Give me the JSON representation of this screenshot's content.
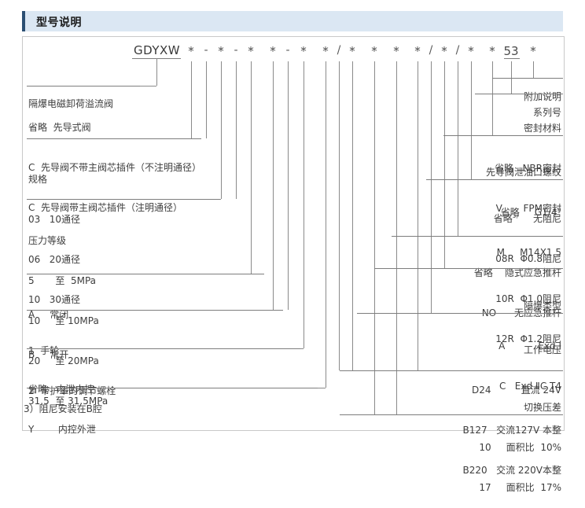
{
  "header": {
    "title": "型号说明"
  },
  "model": {
    "prefix": "GDYXW",
    "tokens": [
      "*",
      "-",
      "*",
      "-",
      "*",
      "*",
      "-",
      "*",
      "*",
      "/",
      "*",
      "*",
      "*",
      "*",
      "/",
      "*",
      "/",
      "*",
      "*",
      "53",
      "*"
    ]
  },
  "left_blocks": [
    {
      "name": "product-name",
      "lines": [
        "隔爆电磁卸荷溢流阀"
      ]
    },
    {
      "name": "pilot-type",
      "lines": [
        "省略  先导式阀",
        "C  先导阀不带主阀芯插件（不注明通径）",
        "C  先导阀带主阀芯插件（注明通径）"
      ]
    },
    {
      "name": "specification",
      "lines": [
        "规格",
        "03   10通径",
        "06   20通径",
        "10   30通径"
      ]
    },
    {
      "name": "pressure-rating",
      "lines": [
        "压力等级",
        "5       至  5MPa",
        "10     至 10MPa",
        "20     至 20MPa",
        "31.5  至 31.5MPa"
      ]
    },
    {
      "name": "valve-function",
      "lines": [
        "A     常闭",
        "B     常开"
      ]
    },
    {
      "name": "adjustment-type",
      "lines": [
        "1  手轮",
        "2  带护罩的调节螺栓"
      ]
    },
    {
      "name": "drain-control",
      "lines": [
        "省略   内泄内控",
        "Y        内控外泄"
      ]
    }
  ],
  "right_blocks": [
    {
      "name": "additional-note",
      "lines": [
        "附加说明"
      ]
    },
    {
      "name": "series-number",
      "lines": [
        "系列号"
      ]
    },
    {
      "name": "seal-material",
      "lines": [
        "密封材料",
        "省略   NBR密封",
        "V       FPM密封"
      ]
    },
    {
      "name": "pilot-drain-thread",
      "lines": [
        "先导阀泄油口螺纹",
        "省略     G1/4\"",
        "M     M14X1.5"
      ]
    },
    {
      "name": "damping-orifice",
      "lines": [
        "省略3)     无阻尼",
        "08R  Φ0.8阻尼",
        "10R  Φ1.0阻尼",
        "12R  Φ1.2阻尼"
      ]
    },
    {
      "name": "emergency-push-rod",
      "lines": [
        "省略    隐式应急推杆",
        "NO      无应急推杆"
      ]
    },
    {
      "name": "explosion-proof-type",
      "lines": [
        "隔爆类型",
        "A           Exd Ⅰ",
        "C   Exd ⅡC T4"
      ]
    },
    {
      "name": "working-voltage",
      "lines": [
        "工作电压",
        "D24          直流 24V",
        "B127   交流127V 本整",
        "B220   交流 220V本整"
      ]
    },
    {
      "name": "switching-pressure-differential",
      "lines": [
        "切换压差",
        "10     面积比  10%",
        "17     面积比  17%"
      ]
    }
  ],
  "footnote": {
    "text": "3）阻尼安装在B腔"
  },
  "colors": {
    "header_bg": "#dbe7f3",
    "header_accent": "#2b4f73",
    "line": "#8a8a8a",
    "text": "#3d3d3d",
    "card_border": "#c9c9c9"
  }
}
